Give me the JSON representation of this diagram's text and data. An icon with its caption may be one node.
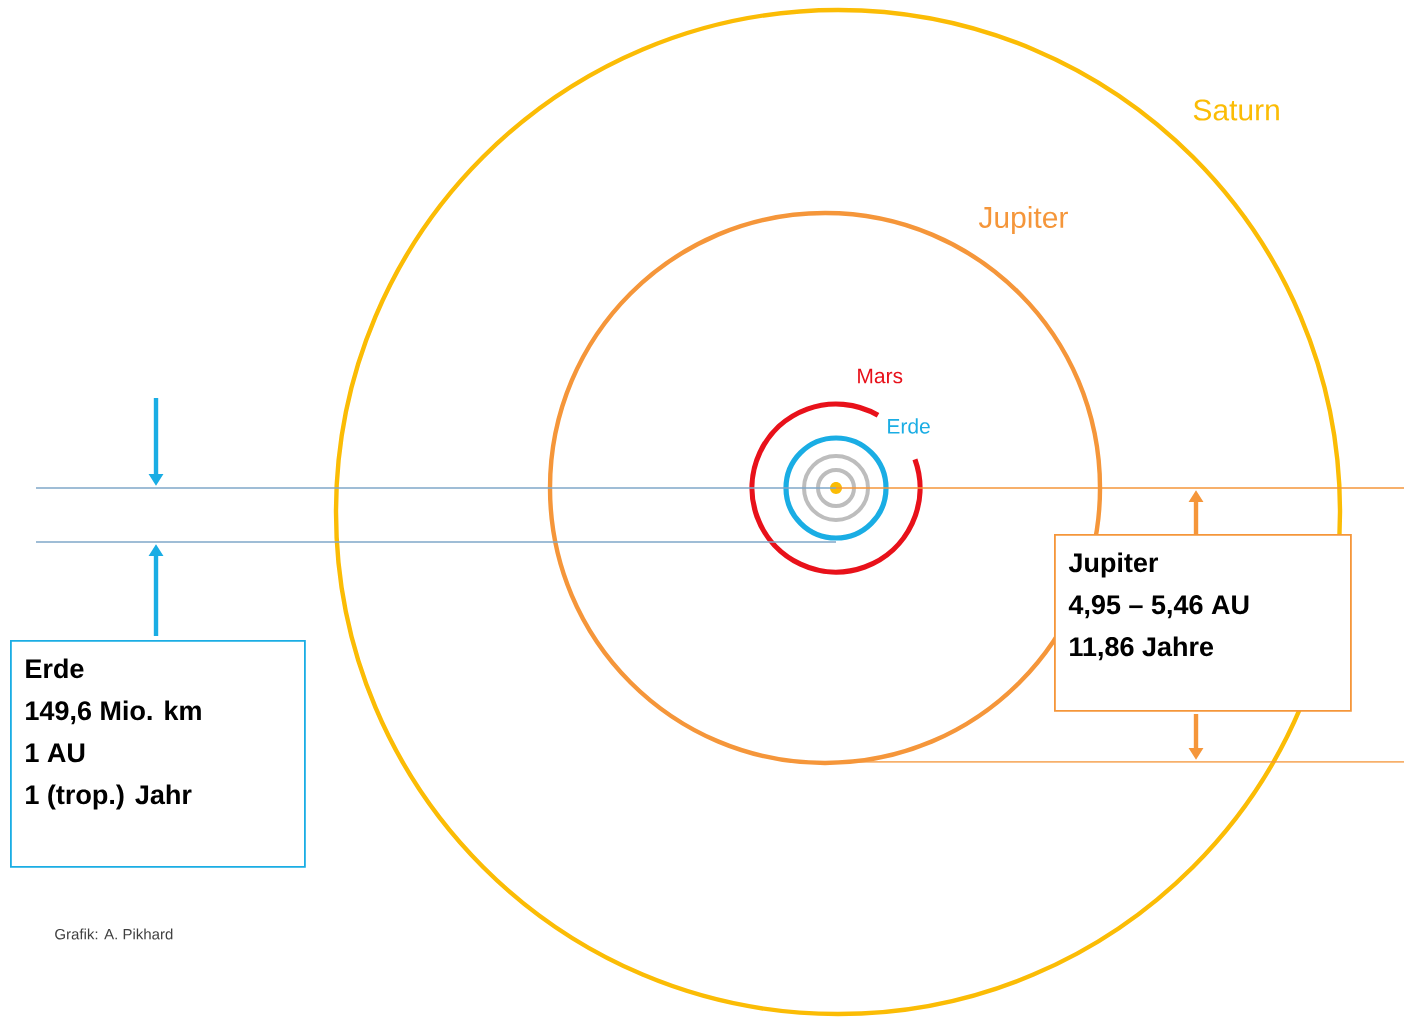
{
  "diagram": {
    "nodes": [
      {
        "text": [
          "Erde",
          "149,6 Mio. km",
          "1 AU",
          "1 (trop.) Jahr"
        ]
      },
      {
        "text": [
          "Jupiter",
          "4,95 – 5,46 AU",
          "11,86 Jahre"
        ]
      }
    ],
    "labels": [
      "Saturn",
      "Jupiter",
      "Mars",
      "Erde",
      "Grafik: A. Pikhard"
    ]
  }
}
